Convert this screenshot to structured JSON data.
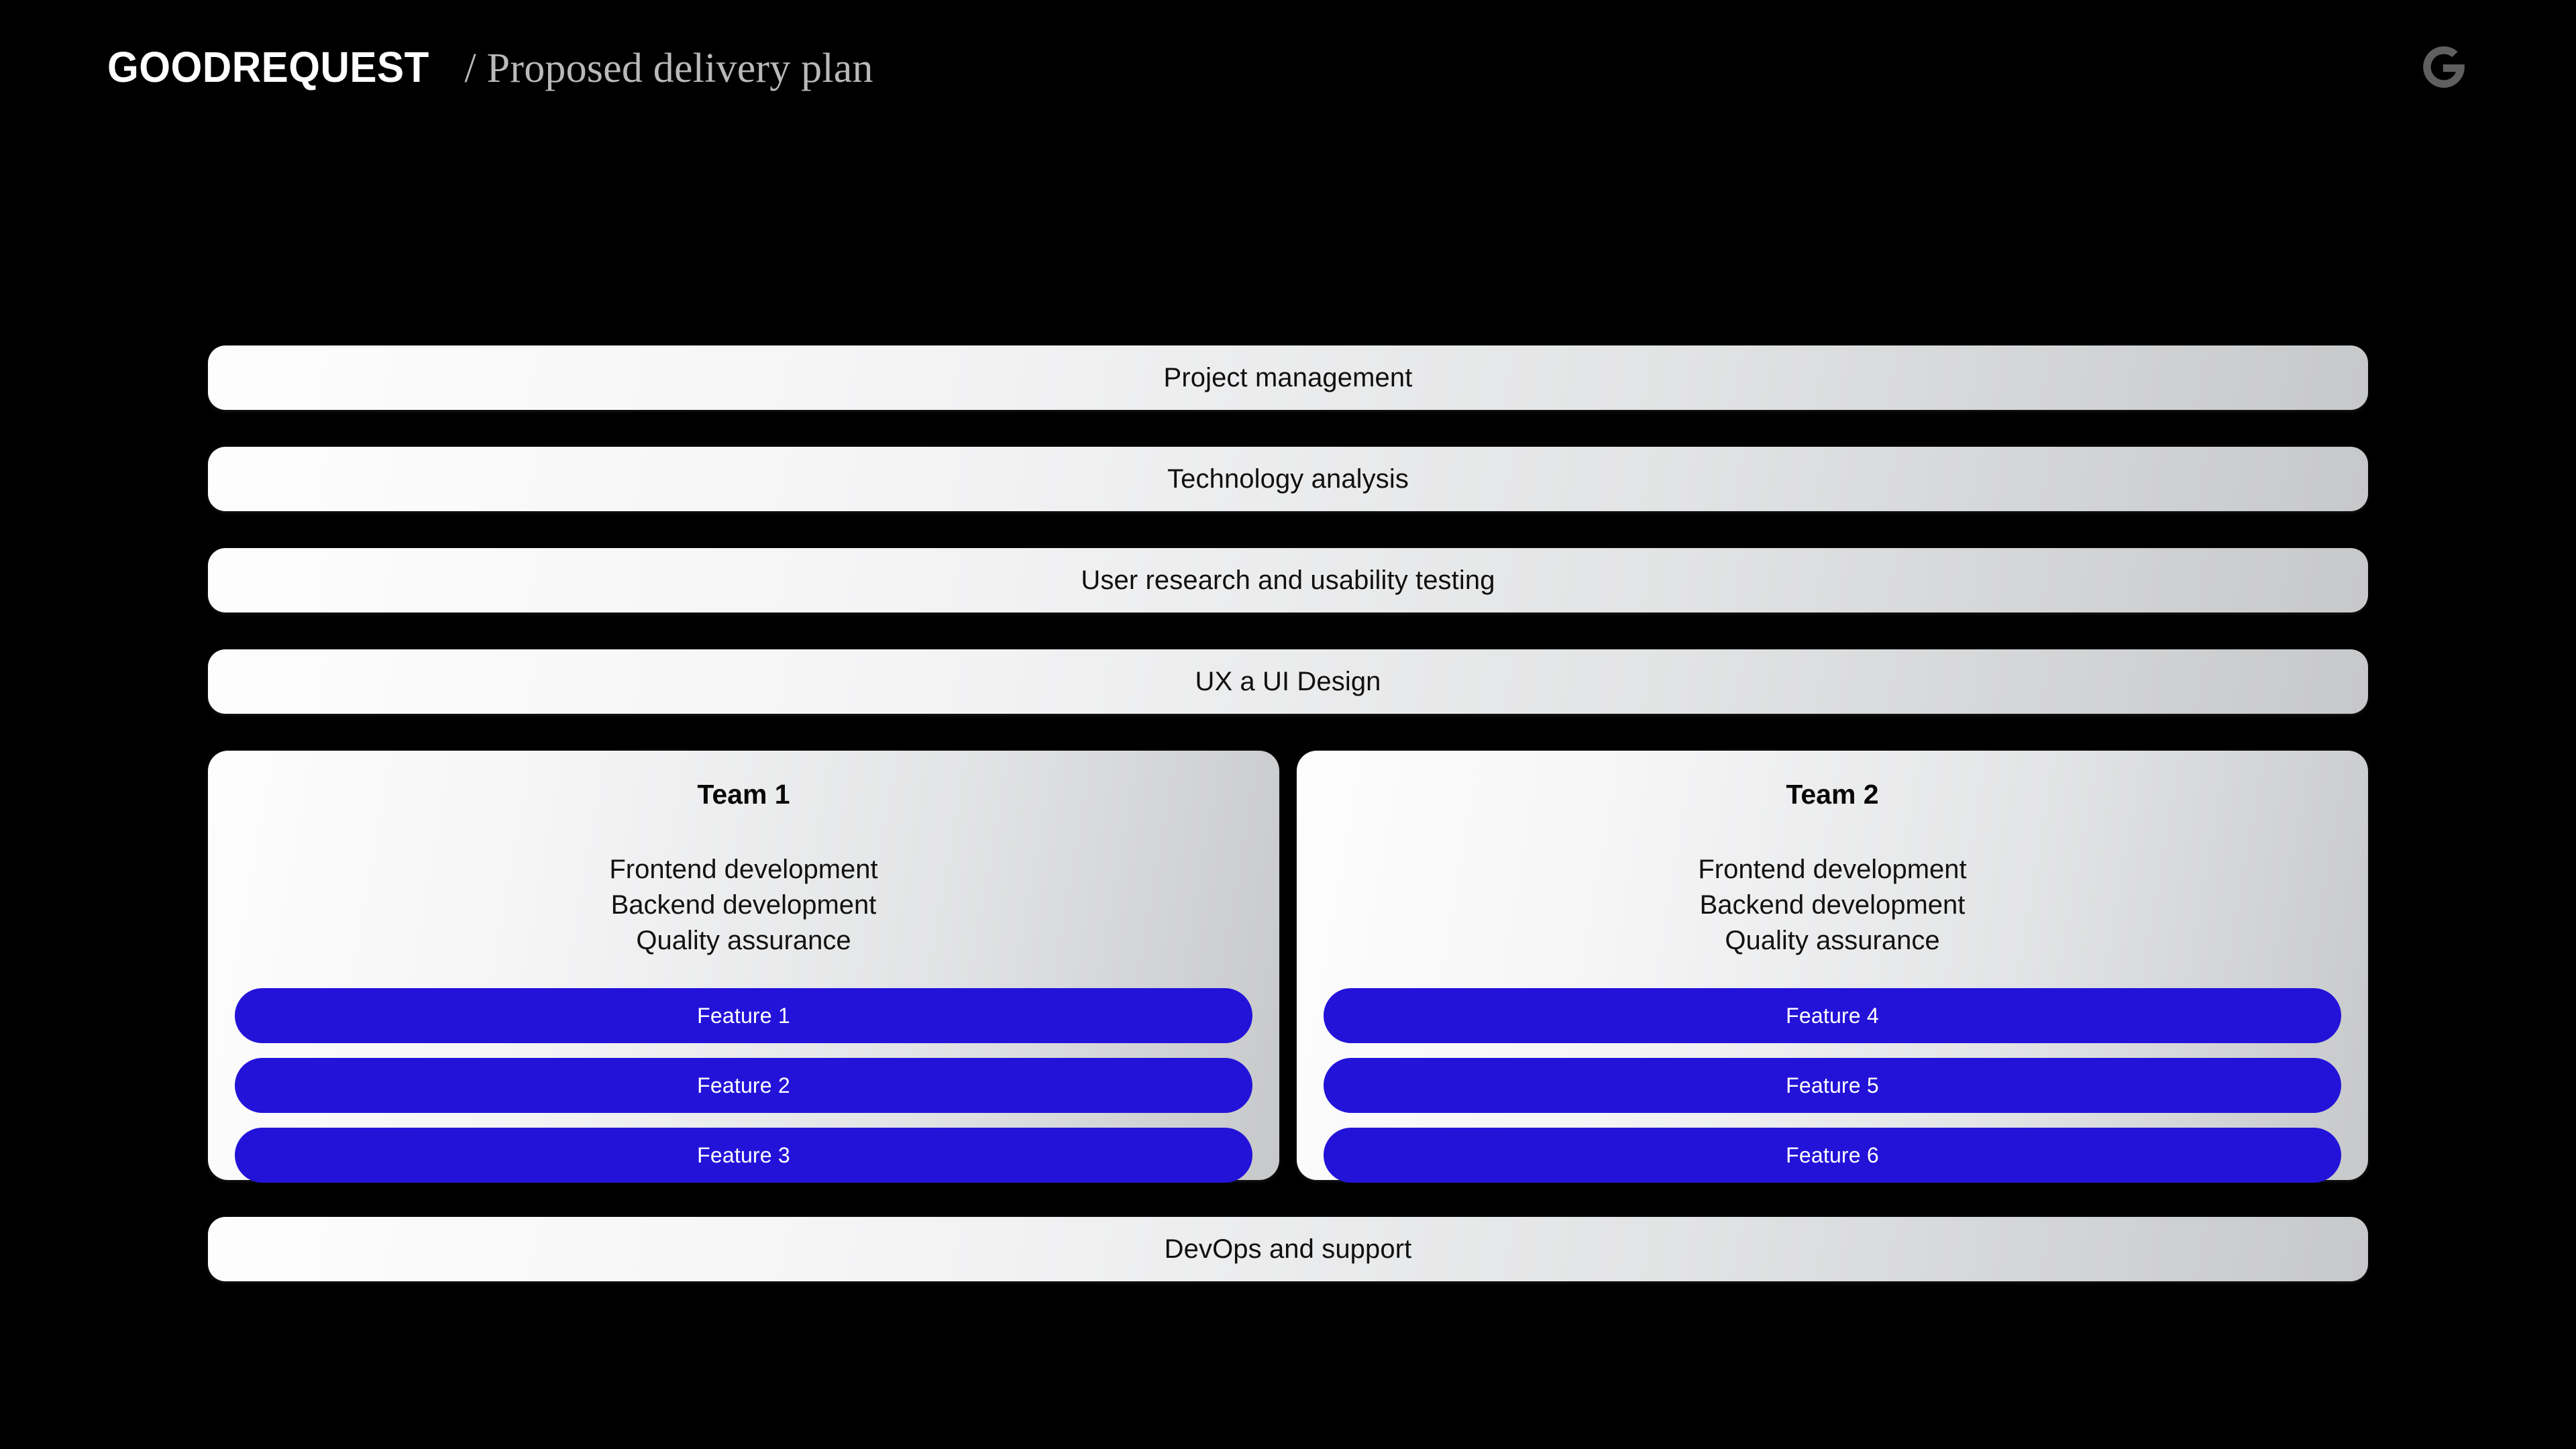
{
  "header": {
    "brand": "GOODREQUEST",
    "separator": "/",
    "subtitle": "Proposed delivery plan",
    "logo_icon": "goodrequest-g-logo-icon"
  },
  "theme": {
    "background": "#000000",
    "bar_gradient_start": "#fdfdfd",
    "bar_gradient_end": "#c7c8ca",
    "feature_accent": "#2313d8",
    "bar_text": "#101010",
    "feature_text": "#ffffff",
    "subtitle_color": "#b9b9b9"
  },
  "diagram": {
    "top_bars": [
      {
        "label": "Project management"
      },
      {
        "label": "Technology analysis"
      },
      {
        "label": "User research and usability testing"
      },
      {
        "label": "UX a UI Design"
      }
    ],
    "teams": [
      {
        "title": "Team 1",
        "roles": [
          "Frontend development",
          "Backend development",
          "Quality assurance"
        ],
        "features": [
          {
            "label": "Feature 1"
          },
          {
            "label": "Feature 2"
          },
          {
            "label": "Feature 3"
          }
        ]
      },
      {
        "title": "Team 2",
        "roles": [
          "Frontend development",
          "Backend development",
          "Quality assurance"
        ],
        "features": [
          {
            "label": "Feature 4"
          },
          {
            "label": "Feature 5"
          },
          {
            "label": "Feature 6"
          }
        ]
      }
    ],
    "bottom_bars": [
      {
        "label": "DevOps and support"
      }
    ]
  }
}
